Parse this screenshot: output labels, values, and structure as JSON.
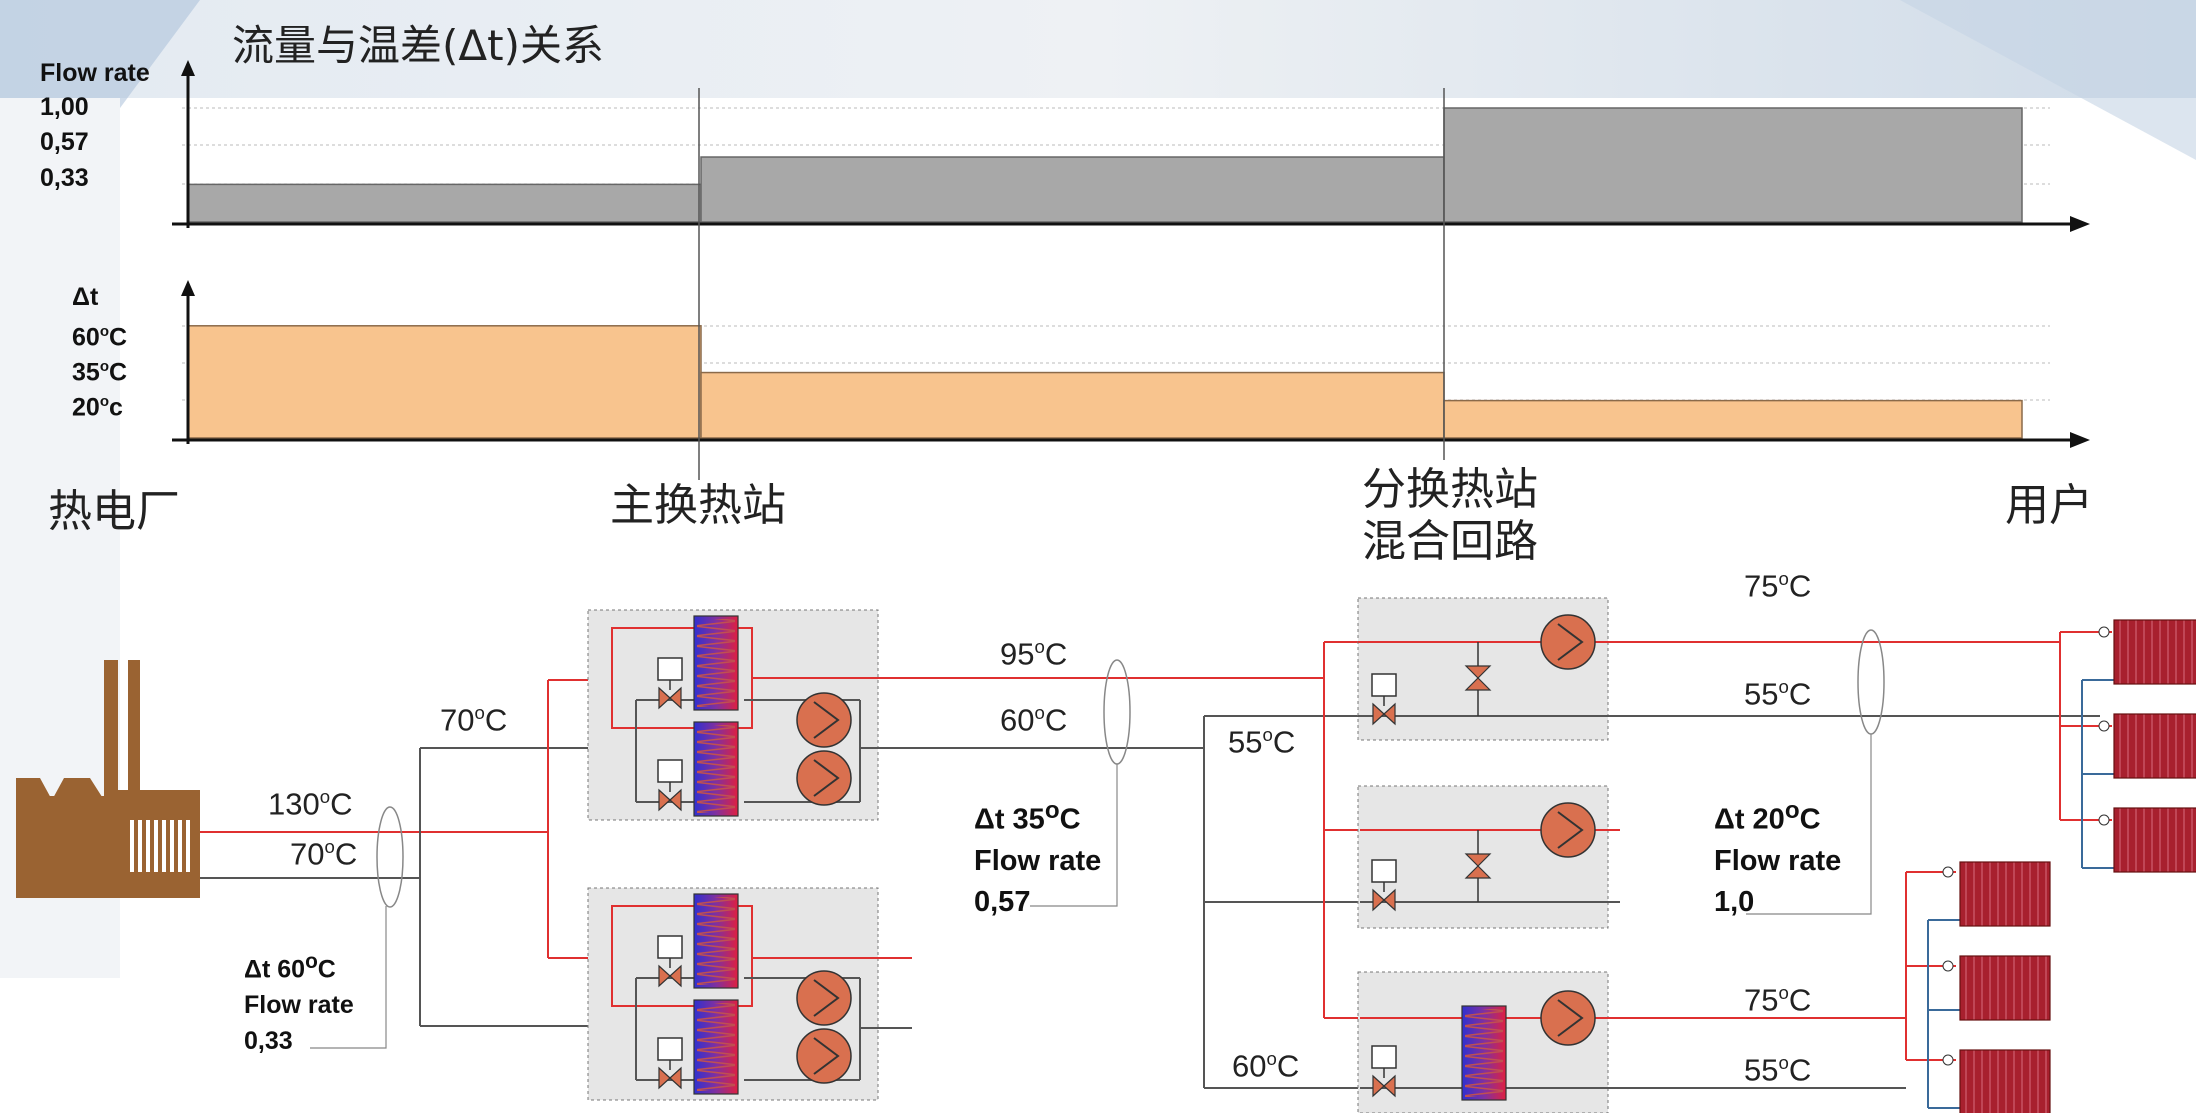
{
  "title": "流量与温差(Δt)关系",
  "flow_chart": {
    "axis_label": "Flow rate",
    "ticks": [
      "1,00",
      "0,57",
      "0,33"
    ],
    "values": [
      0.33,
      0.57,
      1.0
    ]
  },
  "dt_chart": {
    "axis_label": "Δt",
    "ticks": [
      {
        "value": "60",
        "unit": "C"
      },
      {
        "value": "35",
        "unit": "C"
      },
      {
        "value": "20",
        "unit": "c"
      }
    ],
    "values": [
      60,
      35,
      20
    ]
  },
  "stations": {
    "plant": "热电厂",
    "main_station": "主换热站",
    "sub_station_line1": "分换热站",
    "sub_station_line2": "混合回路",
    "user": "用户"
  },
  "temperatures": {
    "plant_supply": "130",
    "plant_return": "70",
    "main_return": "70",
    "secondary_supply": "95",
    "secondary_return": "60",
    "sub_return": "55",
    "sub_return_bottom": "60",
    "user_supply_top": "75",
    "user_return_top": "55",
    "user_supply_bottom": "75",
    "user_return_bottom": "55",
    "degree_symbol": "o",
    "unit": "C"
  },
  "annotations": {
    "primary": {
      "dt": "Δt 60",
      "unit": "C",
      "flow_label": "Flow rate",
      "flow_value": "0,33"
    },
    "secondary": {
      "dt": "Δt 35",
      "unit": "C",
      "flow_label": "Flow rate",
      "flow_value": "0,57"
    },
    "tertiary": {
      "dt": "Δt 20",
      "unit": "C",
      "flow_label": "Flow rate",
      "flow_value": "1,0"
    }
  },
  "colors": {
    "flow_fill": "#a8a8a8",
    "dt_fill": "#f8c48e",
    "supply_pipe": "#e03030",
    "return_pipe": "#555555",
    "factory": "#9a6332",
    "pump": "#d9704f",
    "radiator": "#a8202e"
  }
}
